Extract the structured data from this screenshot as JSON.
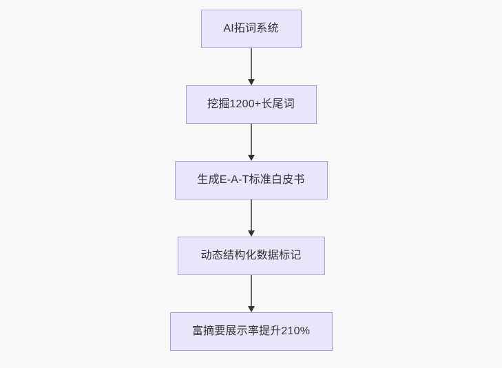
{
  "diagram": {
    "type": "flowchart",
    "orientation": "top-to-bottom",
    "background_color": "#f8f8f8",
    "node_fill_color": "#e9e6fb",
    "node_border_color": "#b09ad8",
    "node_text_color": "#333333",
    "connector_color": "#666666",
    "arrowhead_color": "#333333",
    "nodes": [
      {
        "id": "node-1",
        "label": "AI拓词系统"
      },
      {
        "id": "node-2",
        "label": "挖掘1200+长尾词"
      },
      {
        "id": "node-3",
        "label": "生成E-A-T标准白皮书"
      },
      {
        "id": "node-4",
        "label": "动态结构化数据标记"
      },
      {
        "id": "node-5",
        "label": "富摘要展示率提升210%"
      }
    ],
    "connectors": [
      {
        "id": "connector-1",
        "from": "node-1",
        "to": "node-2",
        "arrow": "arrow-down-icon"
      },
      {
        "id": "connector-2",
        "from": "node-2",
        "to": "node-3",
        "arrow": "arrow-down-icon"
      },
      {
        "id": "connector-3",
        "from": "node-3",
        "to": "node-4",
        "arrow": "arrow-down-icon"
      },
      {
        "id": "connector-4",
        "from": "node-4",
        "to": "node-5",
        "arrow": "arrow-down-icon"
      }
    ]
  }
}
